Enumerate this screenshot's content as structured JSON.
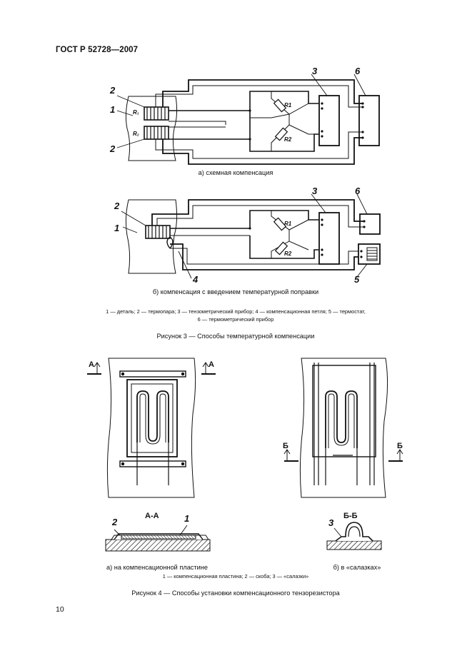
{
  "header": {
    "doc_id": "ГОСТ Р 52728—2007"
  },
  "figure3": {
    "a": {
      "caption": "а)  схемная компенсация",
      "labels": {
        "part": "1",
        "thermo_top": "2",
        "thermo_bottom": "2",
        "device": "3",
        "thermo_device": "6",
        "r1": "R1",
        "r2": "R2",
        "rt1": "R₁",
        "rt2": "R₂"
      }
    },
    "b": {
      "caption": "б)  компенсация с введением температурной поправки",
      "labels": {
        "part": "1",
        "thermo": "2",
        "device": "3",
        "loop": "4",
        "thermostat": "5",
        "thermo_device": "6",
        "r1": "R1",
        "r2": "R2"
      }
    },
    "legend_line1": "1 — деталь; 2 — термопара; 3 — тензометрический прибор; 4 — компенсационная петля; 5 — термостат,",
    "legend_line2": "6 — термометрический прибор",
    "title": "Рисунок 3 — Способы температурной компенсации"
  },
  "figure4": {
    "section_a_mark": "А",
    "section_a_mark_right": "А",
    "section_b_mark": "Б",
    "section_b_mark_right": "Б",
    "section_aa_title": "А-А",
    "section_bb_title": "Б-Б",
    "aa_labels": {
      "plate": "1",
      "clip": "2"
    },
    "bb_labels": {
      "sled": "3"
    },
    "caption_a": "а)  на компенсационной пластине",
    "caption_b": "б)  в «салазках»",
    "legend": "1 — компенсационная пластина; 2 — скоба; 3 — «салазки»",
    "title": "Рисунок 4 — Способы установки компенсационного тензорезистора"
  },
  "footer": {
    "page_number": "10"
  }
}
